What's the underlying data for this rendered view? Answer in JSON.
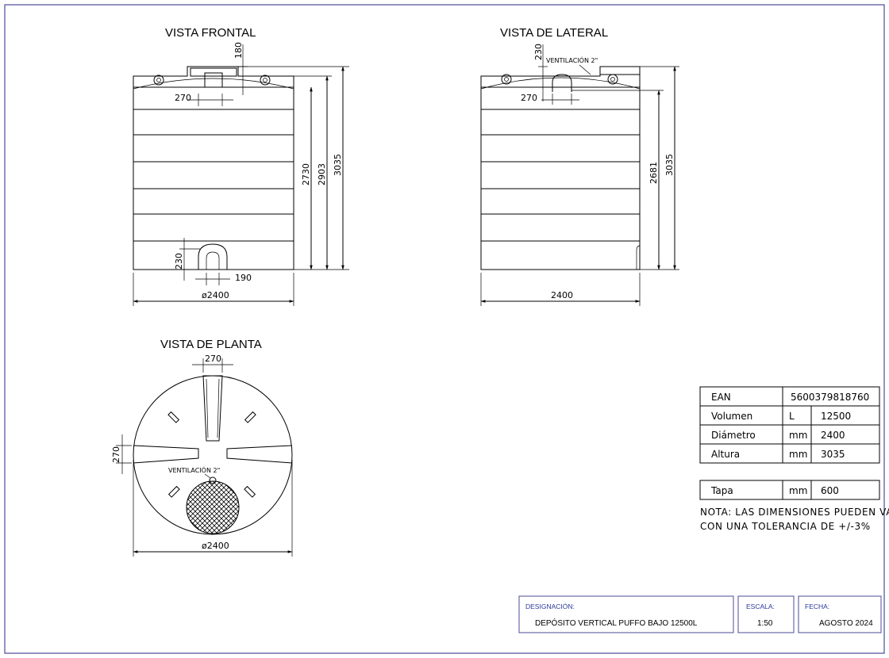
{
  "views": {
    "front": {
      "title": "VISTA FRONTAL",
      "dims": {
        "lid_height": "180",
        "lid_width": "270",
        "height_1": "2730",
        "height_2": "2903",
        "height_total": "3035",
        "outlet_height": "230",
        "outlet_width": "190",
        "diameter": "ø2400"
      }
    },
    "side": {
      "title": "VISTA DE LATERAL",
      "vent_label": "VENTILACIÓN 2\"",
      "dims": {
        "top_height": "230",
        "lid_width": "270",
        "height_1": "2681",
        "height_total": "3035",
        "width": "2400"
      }
    },
    "plan": {
      "title": "VISTA DE PLANTA",
      "vent_label": "VENTILACIÓN 2\"",
      "dims": {
        "top_width": "270",
        "side_width": "270",
        "diameter": "ø2400"
      }
    }
  },
  "specs": {
    "rows": [
      {
        "label": "EAN",
        "unit": "",
        "value": "5600379818760"
      },
      {
        "label": "Volumen",
        "unit": "L",
        "value": "12500"
      },
      {
        "label": "Diámetro",
        "unit": "mm",
        "value": "2400"
      },
      {
        "label": "Altura",
        "unit": "mm",
        "value": "3035"
      }
    ],
    "lid": {
      "label": "Tapa",
      "unit": "mm",
      "value": "600"
    },
    "note_line1": "NOTA:  LAS  DIMENSIONES  PUEDEN  VARIAR",
    "note_line2": "CON  UNA  TOLERANCIA  DE  +/-3%"
  },
  "title_block": {
    "designation_label": "DESIGNACIÓN:",
    "designation_value": "DEPÓSITO VERTICAL PUFFO BAJO 12500L",
    "scale_label": "ESCALA:",
    "scale_value": "1:50",
    "date_label": "FECHA:",
    "date_value": "AGOSTO 2024"
  },
  "colors": {
    "frame": "#4b4b9a",
    "label_blue": "#2a3a9a",
    "hatch": "#000000"
  }
}
